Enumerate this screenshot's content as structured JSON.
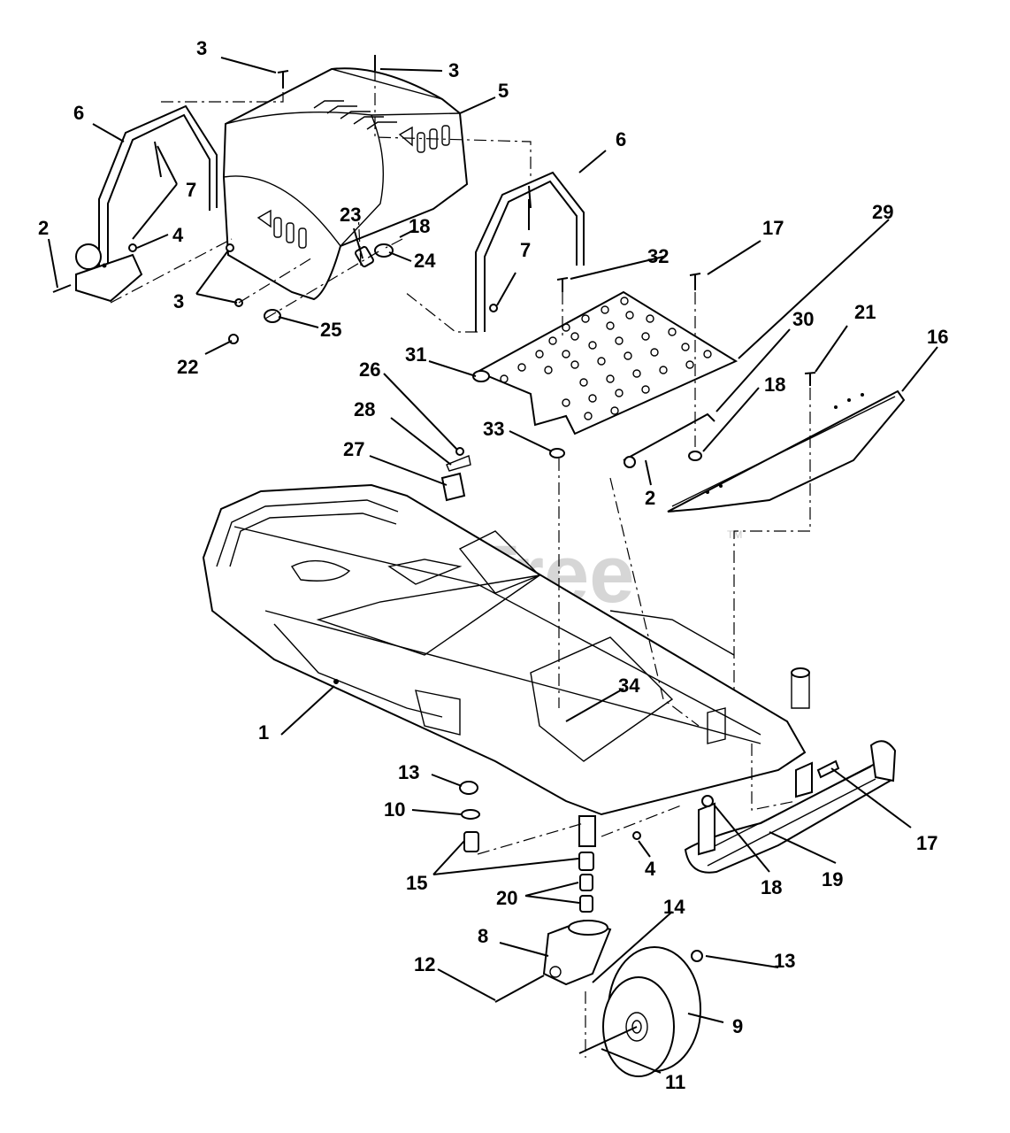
{
  "watermark": {
    "text": "PartsTree",
    "mark": "TM"
  },
  "labels": {
    "l1": "1",
    "l2a": "2",
    "l2b": "2",
    "l3a": "3",
    "l3b": "3",
    "l3c": "3",
    "l4a": "4",
    "l4b": "4",
    "l5": "5",
    "l6a": "6",
    "l6b": "6",
    "l7a": "7",
    "l7b": "7",
    "l8": "8",
    "l9": "9",
    "l10": "10",
    "l11": "11",
    "l12": "12",
    "l13a": "13",
    "l13b": "13",
    "l14": "14",
    "l15": "15",
    "l16": "16",
    "l17a": "17",
    "l17b": "17",
    "l18a": "18",
    "l18b": "18",
    "l18c": "18",
    "l19": "19",
    "l20": "20",
    "l21": "21",
    "l22": "22",
    "l23": "23",
    "l24": "24",
    "l25": "25",
    "l26": "26",
    "l27": "27",
    "l28": "28",
    "l29": "29",
    "l30": "30",
    "l31": "31",
    "l32": "32",
    "l33": "33",
    "l34": "34"
  }
}
